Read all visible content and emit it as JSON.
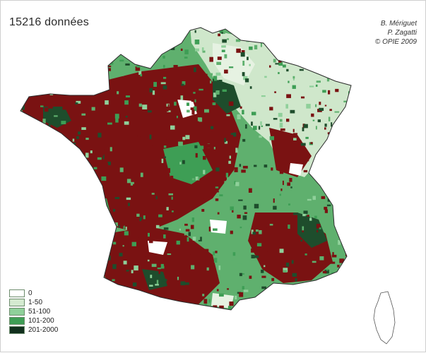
{
  "title": "15216 données",
  "credits": [
    "B. Mériguet",
    "P. Zagatti",
    "© OPIE 2009"
  ],
  "legend": [
    {
      "label": "0",
      "color": "#ffffff"
    },
    {
      "label": "1-50",
      "color": "#d4ead0"
    },
    {
      "label": "51-100",
      "color": "#8fd09a"
    },
    {
      "label": "101-200",
      "color": "#3e9e55"
    },
    {
      "label": "201-2000",
      "color": "#12301e"
    }
  ],
  "map_colors": {
    "record_red": "#7a1212",
    "outline": "#2b2b2b"
  }
}
